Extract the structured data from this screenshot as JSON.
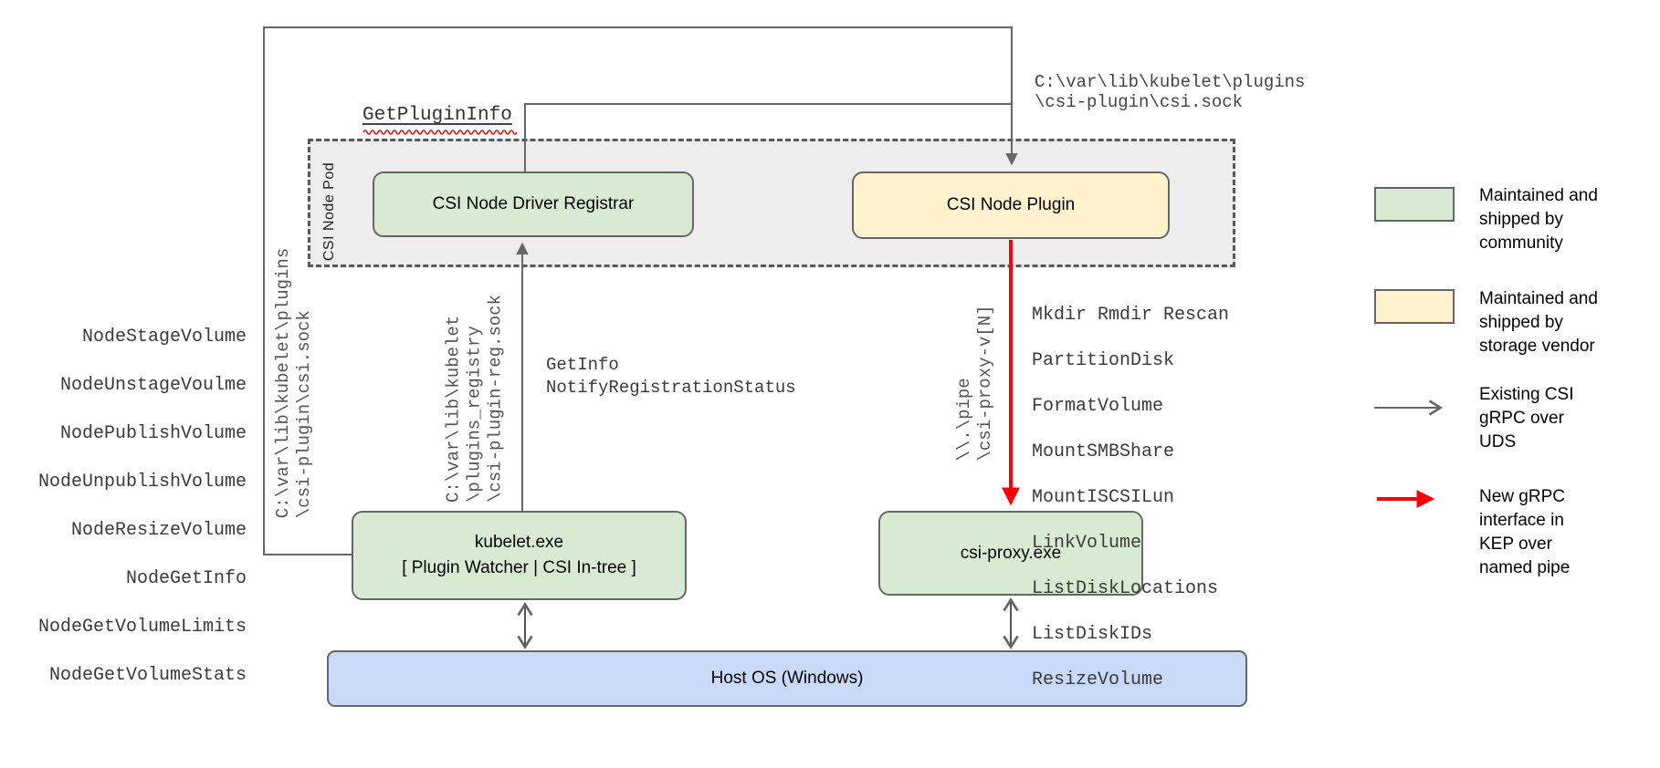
{
  "pod": {
    "label": "CSI Node Pod"
  },
  "boxes": {
    "registrar": "CSI Node Driver Registrar",
    "plugin": "CSI Node Plugin",
    "kubelet_line1": "kubelet.exe",
    "kubelet_line2": "[ Plugin Watcher | CSI In-tree ]",
    "csi_proxy": "csi-proxy.exe",
    "host_os": "Host OS (Windows)"
  },
  "labels": {
    "get_plugin_info": "GetPluginInfo",
    "csi_sock_top": "C:\\var\\lib\\kubelet\\plugins\n\\csi-plugin\\csi.sock",
    "csi_sock_vertical": "C:\\var\\lib\\kubelet\\plugins\n\\csi-plugin\\csi.sock",
    "reg_sock_vertical": "C:\\var\\lib\\kubelet\n\\plugins_registry\n\\csi-plugin-reg.sock",
    "registration_calls": "GetInfo\nNotifyRegistrationStatus",
    "named_pipe_vertical": "\\\\.\\pipe\n\\csi-proxy-v[N]"
  },
  "node_api_list": [
    "NodeStageVolume",
    "NodeUnstageVoulme",
    "NodePublishVolume",
    "NodeUnpublishVolume",
    "NodeResizeVolume",
    "NodeGetInfo",
    "NodeGetVolumeLimits",
    "NodeGetVolumeStats"
  ],
  "proxy_api_list": [
    "Mkdir Rmdir Rescan",
    "PartitionDisk",
    "FormatVolume",
    "MountSMBShare",
    "MountISCSILun",
    "LinkVolume",
    "ListDiskLocations",
    "ListDiskIDs",
    "ResizeVolume"
  ],
  "legend": [
    {
      "symbol": "green-swatch",
      "text": "Maintained and\nshipped by\ncommunity"
    },
    {
      "symbol": "yellow-swatch",
      "text": "Maintained and\nshipped by\nstorage vendor"
    },
    {
      "symbol": "gray-arrow",
      "text": "Existing CSI\ngRPC over\nUDS"
    },
    {
      "symbol": "red-arrow",
      "text": "New gRPC\ninterface in\nKEP over\nnamed pipe"
    }
  ],
  "colors": {
    "community_green": "#d9ead3",
    "vendor_yellow": "#fff2cc",
    "host_blue": "#c9daf8",
    "pod_gray": "#ededed",
    "line_gray": "#666666",
    "new_interface_red": "#ff0000"
  }
}
